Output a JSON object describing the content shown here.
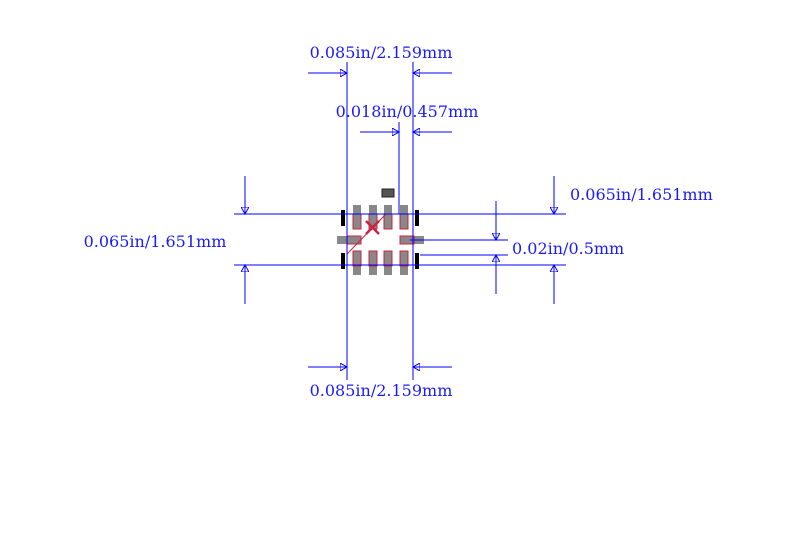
{
  "dimensions": {
    "top_width": "0.085in/2.159mm",
    "pad_width": "0.018in/0.457mm",
    "left_height": "0.065in/1.651mm",
    "right_height": "0.065in/1.651mm",
    "pitch": "0.02in/0.5mm",
    "bottom_width": "0.085in/2.159mm"
  },
  "colors": {
    "dimension": "#0000ff",
    "pad": "#888888",
    "outline": "#cc2244",
    "marker": "#000000"
  }
}
